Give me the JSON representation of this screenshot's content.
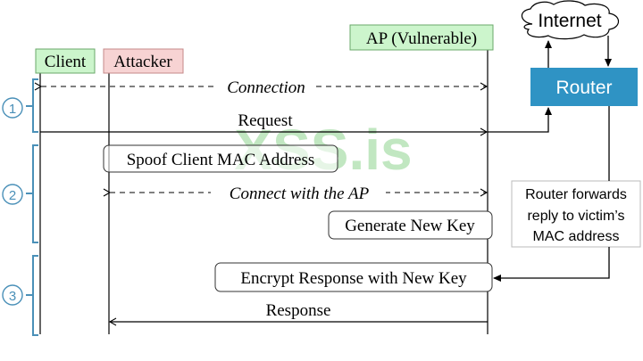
{
  "actors": {
    "client": "Client",
    "attacker": "Attacker",
    "ap": "AP (Vulnerable)"
  },
  "internet": "Internet",
  "router": "Router",
  "watermark": "XSS.is",
  "phases": [
    "1",
    "2",
    "3"
  ],
  "messages": {
    "connection": "Connection",
    "request": "Request",
    "spoof": "Spoof Client MAC Address",
    "connect_ap": "Connect with the AP",
    "generate_key": "Generate New Key",
    "encrypt": "Encrypt Response with New Key",
    "response": "Response"
  },
  "router_note": {
    "line1": "Router forwards",
    "line2": "reply to victim’s",
    "line3": "MAC address"
  },
  "colors": {
    "client_fill": "#ccf5cc",
    "attacker_fill": "#f7d3d3",
    "ap_fill": "#ccf5cc",
    "router_fill": "#2f93c4",
    "phase_color": "#4a90b8",
    "watermark": "#b7e3b7"
  }
}
